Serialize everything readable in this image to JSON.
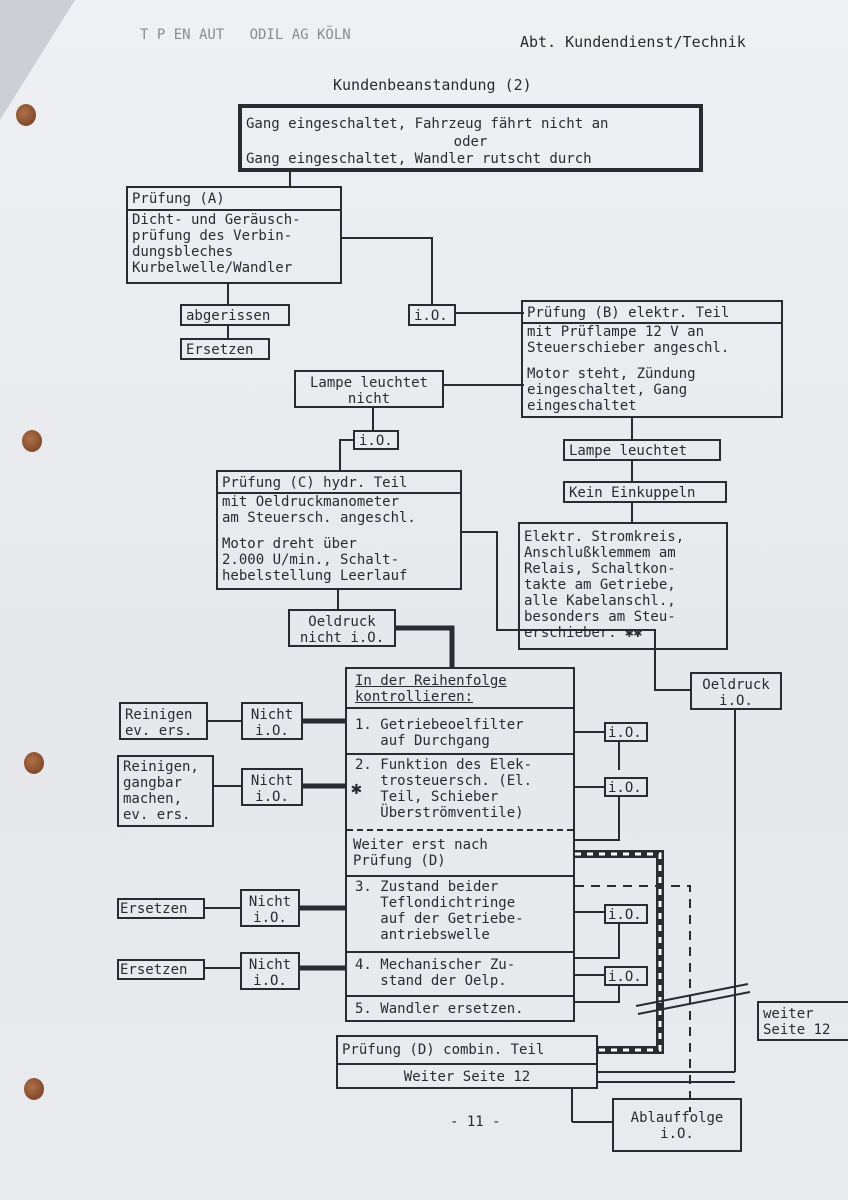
{
  "header": {
    "left": "T P EN AUT   ODIL AG KÖLN",
    "right": "Abt. Kundendienst/Technik"
  },
  "title": "Kundenbeanstandung (2)",
  "top_box": {
    "line1": "Gang eingeschaltet, Fahrzeug fährt nicht an",
    "line2": "oder",
    "line3": "Gang eingeschaltet, Wandler rutscht durch"
  },
  "pruefung_a": {
    "title": "Prüfung (A)",
    "body": "Dicht- und Geräusch-\nprüfung des Verbin-\ndungsbleches\nKurbelwelle/Wandler"
  },
  "abgerissen": "abgerissen",
  "ersetzen_a": "Ersetzen",
  "io_a": "i.O.",
  "pruefung_b": {
    "title": "Prüfung (B) elektr. Teil",
    "body1": "mit Prüflampe 12 V an\nSteuerschieber angeschl.",
    "body2": "Motor steht, Zündung\neingeschaltet, Gang\neingeschaltet"
  },
  "lampe_nicht": "Lampe leuchtet\nnicht",
  "io_lampe": "i.O.",
  "lampe_leuchtet": "Lampe leuchtet",
  "kein_einkuppeln": "Kein Einkuppeln",
  "elektr_box": "Elektr. Stromkreis,\nAnschlußklemmem am\nRelais, Schaltkon-\ntakte am Getriebe,\nalle Kabelanschl.,\nbesonders am Steu-\nerschieber. ✱✱",
  "pruefung_c": {
    "title": "Prüfung (C) hydr. Teil",
    "body1": "mit Oeldruckmanometer\nam Steuersch. angeschl.",
    "body2": "Motor dreht über\n2.000 U/min., Schalt-\nhebelstellung Leerlauf"
  },
  "oeldruck_nicht": "Oeldruck\nnicht i.O.",
  "oeldruck_io": "Oeldruck\ni.O.",
  "reihenfolge": {
    "title": "In der Reihenfolge\nkontrollieren:",
    "item1": "1. Getriebeoelfilter\n   auf Durchgang",
    "item2": "2. Funktion des Elek-\n   trosteuersch. (El.\n   Teil, Schieber\n   Überströmventile)",
    "star": "✱",
    "weiter_d": "Weiter erst nach\nPrüfung (D)",
    "item3": "3. Zustand beider\n   Teflondichtringe\n   auf der Getriebe-\n   antriebswelle",
    "item4": "4. Mechanischer Zu-\n   stand der Oelp.",
    "item5": "5. Wandler ersetzen."
  },
  "reinigen1": "Reinigen\nev. ers.",
  "reinigen2": "Reinigen,\ngangbar\nmachen,\nev. ers.",
  "ersetzen3": "Ersetzen",
  "ersetzen4": "Ersetzen",
  "nicht_io": "Nicht\ni.O.",
  "io_label": "i.O.",
  "pruefung_d": {
    "title": "Prüfung (D) combin. Teil",
    "sub": "Weiter Seite 12"
  },
  "weiter12": "weiter\nSeite 12",
  "ablauf": "Ablauffolge\ni.O.",
  "page_number": "- 11 -"
}
